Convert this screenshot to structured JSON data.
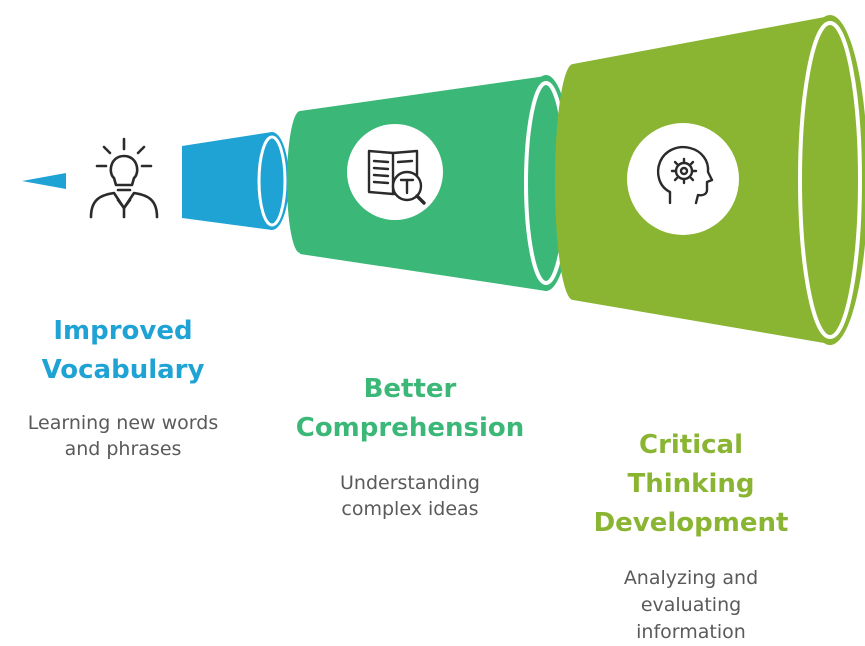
{
  "colors": {
    "stage_1": "#1fa3d4",
    "stage_2": "#3bb878",
    "stage_3": "#8ab532",
    "icon_stroke": "#2b2b2b",
    "description_text": "#5a5a5a"
  },
  "stages": [
    {
      "title_line_1": "Improved",
      "title_line_2": "Vocabulary",
      "description_line_1": "Learning new words",
      "description_line_2": "and phrases",
      "icon": "lightbulb-person-icon"
    },
    {
      "title_line_1": "Better",
      "title_line_2": "Comprehension",
      "description_line_1": "Understanding",
      "description_line_2": "complex ideas",
      "icon": "book-magnifier-icon"
    },
    {
      "title_line_1": "Critical",
      "title_line_2": "Thinking",
      "title_line_3": "Development",
      "description_line_1": "Analyzing and",
      "description_line_2": "evaluating",
      "description_line_3": "information",
      "icon": "head-gear-icon"
    }
  ]
}
